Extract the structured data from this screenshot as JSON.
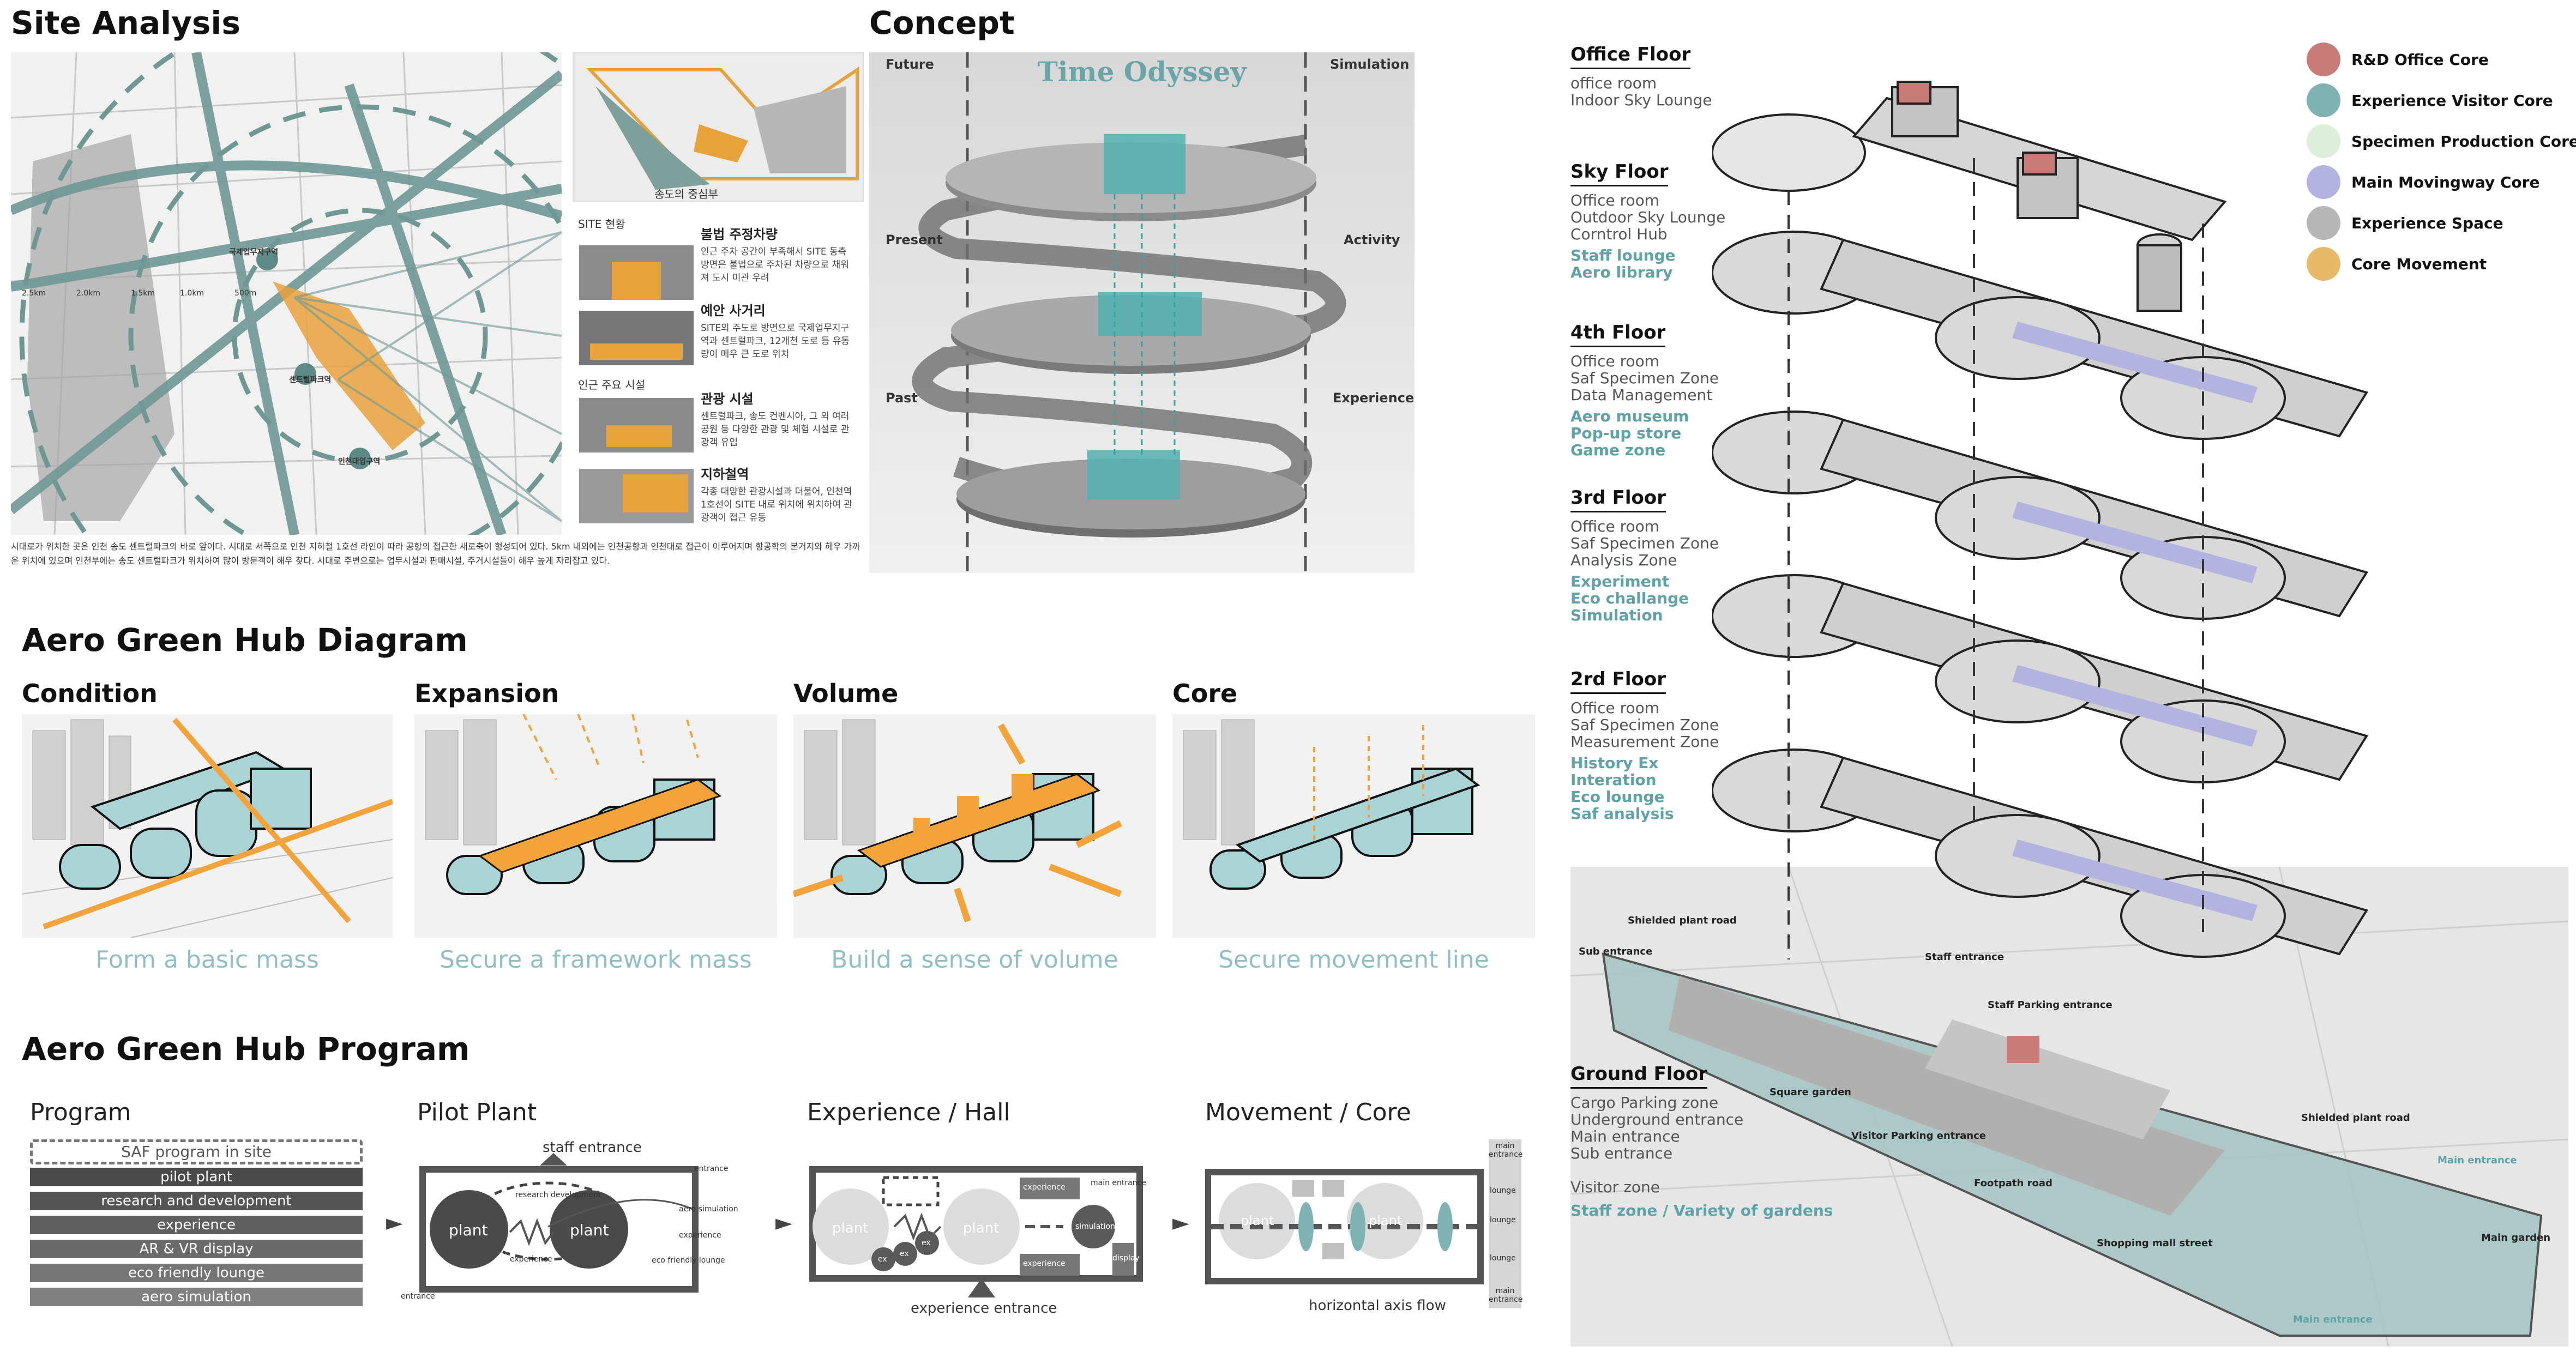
{
  "site_analysis": {
    "title": "Site Analysis",
    "map_labels": [
      "국제업무지구역",
      "센트럴파크역",
      "인천대입구역"
    ],
    "ring_labels": [
      "2.5km",
      "2.0km",
      "1.5km",
      "1.0km",
      "500m"
    ],
    "inset_caption": "송도의 중심부",
    "site_heading": "SITE 현황",
    "items": [
      {
        "title": "불법 주정차량",
        "text": "인근 주차 공간이 부족해서 SITE 동측방면은 불법으로 주차된 차량으로 채워져 도시 미관 우려"
      },
      {
        "title": "예안 사거리",
        "text": "SITE의 주도로 방면으로 국제업무지구역과 센트럴파크, 12개천 도로 등 유동량이 매우 큰 도로 위치"
      },
      {
        "title": "관광 시설",
        "text": "센트럴파크, 송도 컨벤시아, 그 외 여러 공원 등 다양한 관광 및 체험 시설로 관광객 유입"
      },
      {
        "title": "지하철역",
        "text": "각종 대양한 관광시설과 더불어, 인천역 1호선이 SITE 내로 위치에 위치하여 관광객이 접근 유동"
      }
    ],
    "sub_heading": "인근 주요 시설",
    "paragraph": "시대로가 위치한 곳은 인천 송도 센트럴파크의 바로 앞이다. 시대로 서쪽으로 인천 지하철 1호선 라인이 따라 공항의 접근한 새로축이 형성되어 있다. 5km 내외에는 인천공항과 인천대로 접근이 이루어지며 항공학의 본거지와 해우 가까운 위치에 있으며 인천부에는 송도 센트럴파크가 위치하여 많이 방문객이 해우 찾다. 시대로 주변으로는 업무시설과 판매시설, 주거시설들이 해우 높게 자리잡고 있다."
  },
  "concept": {
    "title": "Concept",
    "center_title": "Time Odyssey",
    "left_labels": [
      "Future",
      "Present",
      "Past"
    ],
    "right_labels": [
      "Simulation",
      "Activity",
      "Experience"
    ]
  },
  "diagram": {
    "title": "Aero Green Hub Diagram",
    "steps": [
      {
        "title": "Condition",
        "caption": "Form a basic mass"
      },
      {
        "title": "Expansion",
        "caption": "Secure a framework mass"
      },
      {
        "title": "Volume",
        "caption": "Build a sense of volume"
      },
      {
        "title": "Core",
        "caption": "Secure movement line"
      }
    ]
  },
  "program": {
    "title": "Aero Green Hub Program",
    "col_titles": [
      "Program",
      "Pilot Plant",
      "Experience / Hall",
      "Movement / Core"
    ],
    "saf_label": "SAF program in site",
    "bars": [
      {
        "label": "pilot plant",
        "color": "#4a4a4a"
      },
      {
        "label": "research and development",
        "color": "#555555"
      },
      {
        "label": "experience",
        "color": "#5f5f5f"
      },
      {
        "label": "AR & VR display",
        "color": "#6a6a6a"
      },
      {
        "label": "eco friendly lounge",
        "color": "#757575"
      },
      {
        "label": "aero simulation",
        "color": "#808080"
      }
    ],
    "pilot": {
      "top": "staff entrance",
      "plant": "plant",
      "rnd": "research development",
      "experience": "experience",
      "entrance": "entrance",
      "side": [
        "entrance",
        "aero simulation",
        "experience",
        "eco friendly lounge"
      ]
    },
    "hall": {
      "bottom": "experience entrance",
      "plant": "plant",
      "ex": "ex",
      "simulation": "simulation",
      "display": "display",
      "main_entrance": "main entrance",
      "experience": "experience"
    },
    "move": {
      "bottom": "horizontal axis flow",
      "plant": "plant",
      "side": [
        "main entrance",
        "lounge",
        "lounge",
        "lounge",
        "main entrance"
      ]
    }
  },
  "floors": [
    {
      "name": "Office Floor",
      "lines": [
        "office room",
        "Indoor Sky Lounge"
      ],
      "highlights": []
    },
    {
      "name": "Sky Floor",
      "lines": [
        "Office room",
        "Outdoor Sky Lounge",
        "Corntrol Hub"
      ],
      "highlights": [
        "Staff lounge",
        "Aero library"
      ]
    },
    {
      "name": "4th Floor",
      "lines": [
        "Office room",
        "Saf Specimen Zone",
        "Data Management"
      ],
      "highlights": [
        "Aero museum",
        "Pop-up store",
        "Game zone"
      ]
    },
    {
      "name": "3rd Floor",
      "lines": [
        "Office room",
        "Saf Specimen Zone",
        "Analysis Zone"
      ],
      "highlights": [
        "Experiment",
        "Eco challange",
        "Simulation"
      ]
    },
    {
      "name": "2rd Floor",
      "lines": [
        "Office room",
        "Saf Specimen Zone",
        "Measurement Zone"
      ],
      "highlights": [
        "History Ex",
        "Interation",
        "Eco lounge",
        "Saf analysis"
      ]
    },
    {
      "name": "Ground Floor",
      "lines": [
        "Cargo Parking zone",
        "Underground entrance",
        "Main entrance",
        "Sub entrance",
        "",
        "Visitor zone"
      ],
      "highlights": [
        "Staff zone / Variety of gardens"
      ]
    }
  ],
  "legend": [
    {
      "label": "R&D Office Core",
      "color": "#c97b78"
    },
    {
      "label": "Experience  Visitor Core",
      "color": "#7fb3b3"
    },
    {
      "label": "Specimen Production Core",
      "color": "#dcefd8"
    },
    {
      "label": "Main Movingway Core",
      "color": "#b3b3df"
    },
    {
      "label": "Experience Space",
      "color": "#b6b6b6"
    },
    {
      "label": "Core Movement",
      "color": "#e9b96a"
    }
  ],
  "ground_labels": [
    "Shielded plant road",
    "Sub entrance",
    "Staff entrance",
    "Staff Parking entrance",
    "Square garden",
    "Visitor Parking entrance",
    "Footpath road",
    "Shielded plant road",
    "Main entrance",
    "Shopping mall street",
    "Main garden",
    "Main entrance"
  ]
}
